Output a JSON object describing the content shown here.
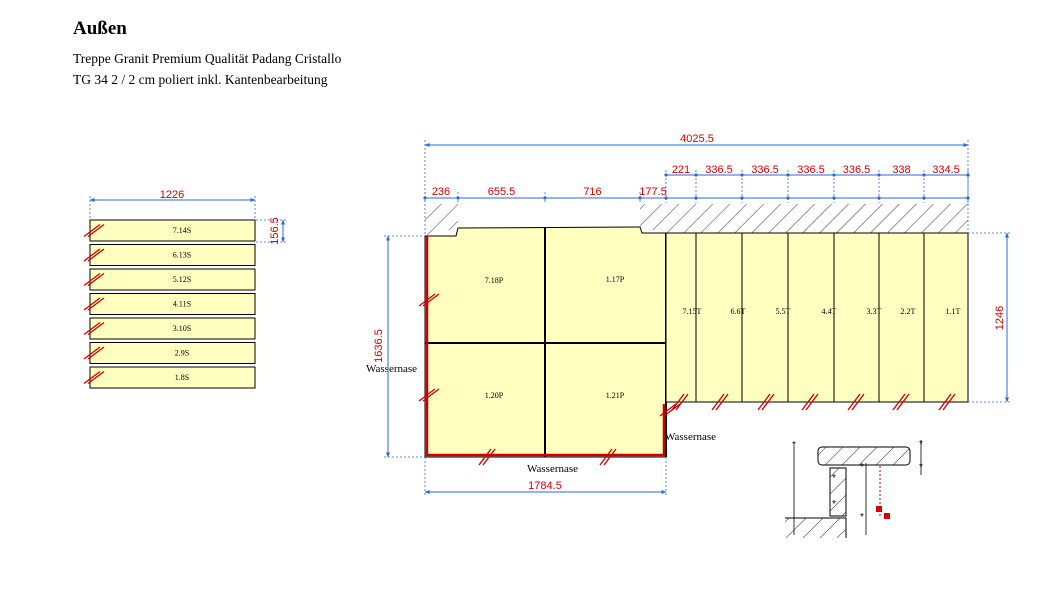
{
  "title": "Außen",
  "subtitle_line1": "Treppe Granit Premium Qualität Padang Cristallo",
  "subtitle_line2": "TG 34 2 / 2 cm poliert inkl. Kantenbearbeitung",
  "colors": {
    "stone": "#ffffc0",
    "dimension": "#d40000",
    "edge": "#cc0000",
    "dimline": "#2d6ad8"
  },
  "steps": {
    "width_label": "1226",
    "height_label": "156.5",
    "labels": [
      "7.14S",
      "6.13S",
      "5.12S",
      "4.11S",
      "3.10S",
      "2.9S",
      "1.8S"
    ]
  },
  "platform": {
    "total_width": "4025.5",
    "top_segments": [
      "236",
      "655.5",
      "716",
      "177.5",
      "221",
      "336.5",
      "336.5",
      "336.5",
      "336.5",
      "338",
      "334.5"
    ],
    "left_height": "1636.5",
    "right_height": "1246",
    "bottom_width": "1784.5",
    "panels": [
      "7.18P",
      "1.17P",
      "1.20P",
      "1.21P"
    ],
    "treads": [
      "7.15T",
      "6.6T",
      "5.5T",
      "4.4T",
      "3.3T",
      "2.2T",
      "1.1T"
    ],
    "drip_left": "Wassernase",
    "drip_bottom": "Wassernase",
    "drip_right": "Wassernase"
  }
}
